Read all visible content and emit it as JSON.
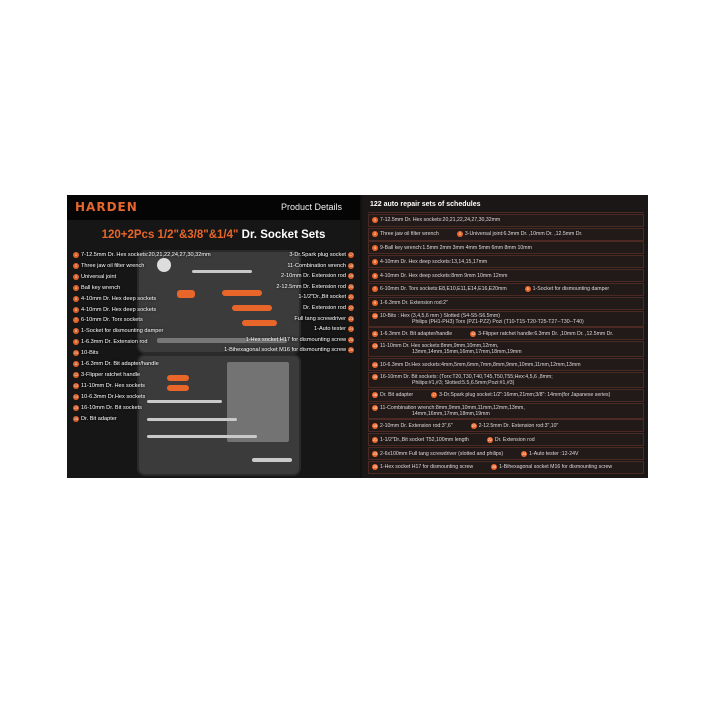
{
  "brand": "HARDEN",
  "header_right": "Product Details",
  "title_orange": "120+2Pcs 1/2\"&3/8\"&1/4\"",
  "title_white": " Dr. Socket Sets",
  "accent": "#e8662a",
  "left_labels": [
    {
      "n": "1",
      "t": "7-12.5mm Dr. Hex sockets:20,21,22,24,27,30,32mm"
    },
    {
      "n": "2",
      "t": "Three jaw oil filter wrench"
    },
    {
      "n": "3",
      "t": "Universal joint"
    },
    {
      "n": "4",
      "t": "Ball key wrench"
    },
    {
      "n": "5",
      "t": "4-10mm Dr. Hex deep sockets"
    },
    {
      "n": "6",
      "t": "4-10mm Dr. Hex deep sockets"
    },
    {
      "n": "7",
      "t": "6-10mm Dr. Torx sockets"
    },
    {
      "n": "8",
      "t": "1-Socket for dismounting damper"
    },
    {
      "n": "9",
      "t": "1-6.3mm Dr. Extension rod"
    },
    {
      "n": "10",
      "t": "10-Bits"
    },
    {
      "n": "11",
      "t": "1-6.3mm Dr. Bit adapter/handle"
    },
    {
      "n": "12",
      "t": "3-Flipper ratchet handle"
    },
    {
      "n": "13",
      "t": "11-10mm Dr. Hex sockets"
    },
    {
      "n": "14",
      "t": "10-6.3mm Dr.Hex sockets"
    },
    {
      "n": "15",
      "t": "16-10mm Dr. Bit sockets"
    },
    {
      "n": "16",
      "t": "Dr. Bit adapter"
    }
  ],
  "right_labels": [
    {
      "n": "17",
      "t": "3-Dr.Spark plug socket"
    },
    {
      "n": "18",
      "t": "11-Combination wrench"
    },
    {
      "n": "19",
      "t": "2-10mm Dr. Extension rod"
    },
    {
      "n": "20",
      "t": "2-12.5mm Dr. Extension rod"
    },
    {
      "n": "21",
      "t": "1-1/2\"Dr.,Bit socket"
    },
    {
      "n": "22",
      "t": "Dr. Extension rod"
    },
    {
      "n": "23",
      "t": "Full tang screwdriver"
    },
    {
      "n": "24",
      "t": "1-Auto tester"
    },
    {
      "n": "25",
      "t": "1-Hex socket H17 for dismounting screw"
    },
    {
      "n": "26",
      "t": "1-Bihexagonal socket M16 for dismounting screw"
    }
  ],
  "schedule_title": "122 auto repair sets of schedules",
  "schedule": [
    [
      {
        "n": "1",
        "t": "7-12.5mm Dr. Hex sockets:20,21,22,24,27,30,32mm"
      }
    ],
    [
      {
        "n": "2",
        "t": "Three jaw oil filter wrench"
      },
      {
        "n": "3",
        "t": "3-Universal joint:6.3mm Dr. ,10mm Dr. ,12.5mm Dr."
      }
    ],
    [
      {
        "n": "4",
        "t": "9-Ball key wrench:1.5mm  2mm  3mm  4mm  5mm  6mm  8mm  10mm"
      }
    ],
    [
      {
        "n": "5",
        "t": "4-10mm Dr. Hex deep sockets:13,14,15,17mm"
      }
    ],
    [
      {
        "n": "6",
        "t": "4-10mm Dr. Hex deep sockets:8mm  9mm  10mm  12mm"
      }
    ],
    [
      {
        "n": "7",
        "t": "6-10mm Dr. Torx sockets:E8,E10,E11,E14,E16,E20mm"
      },
      {
        "n": "8",
        "t": "1-Socket for dismounting damper"
      }
    ],
    [
      {
        "n": "9",
        "t": "1-6.3mm Dr. Extension rod:2\""
      }
    ],
    [
      {
        "n": "10",
        "t": "10-Bits : Hex (3,4,5,6 mm )   Slotted (S4-S5-S6.5mm)",
        "t2": "Philips (PH1-PH3)   Torx (PZ1-PZ2)   Pozi (T10-T15-T20-T25-T27--T30--T40)"
      }
    ],
    [
      {
        "n": "11",
        "t": "1-6.3mm Dr. Bit adapter/handle"
      },
      {
        "n": "12",
        "t": "3-Flipper ratchet handle:6.3mm Dr. ,10mm Dr. ,12.5mm Dr."
      }
    ],
    [
      {
        "n": "13",
        "t": "11-10mm Dr. Hex sockets:8mm,9mm,10mm,12mm,",
        "t2": "13mm,14mm,15mm,16mm,17mm,18mm,19mm"
      }
    ],
    [
      {
        "n": "14",
        "t": "10-6.3mm Dr.Hex sockets:4mm,5mm,6mm,7mm,8mm,9mm,10mm,11mm,12mm,13mm"
      }
    ],
    [
      {
        "n": "15",
        "t": "16-10mm Dr. Bit sockets: (Torx:T20,T30,T40,T45,T50,T55;Hex:4,5,6 ,8mm;",
        "t2": "Philips:#1,#3; Slotted:5.5,6.5mm;Pozi:#1,#3)"
      }
    ],
    [
      {
        "n": "16",
        "t": "Dr. Bit adapter"
      },
      {
        "n": "17",
        "t": "3-Dr.Spark plug socket:1/2\":16mm,21mm;3/8\": 14mm(for Japanese series)"
      }
    ],
    [
      {
        "n": "18",
        "t": "11-Combination wrench:8mm,9mm,10mm,11mm,12mm,13mm,",
        "t2": "14mm,16mm,17mm,18mm,19mm"
      }
    ],
    [
      {
        "n": "19",
        "t": "2-10mm Dr. Extension rod:3\",6\""
      },
      {
        "n": "20",
        "t": "2-12.5mm Dr. Extension rod:3\",10\""
      }
    ],
    [
      {
        "n": "21",
        "t": "1-1/2\"Dr.,Bit socket T52,100mm length"
      },
      {
        "n": "22",
        "t": "Dr. Extension rod"
      }
    ],
    [
      {
        "n": "23",
        "t": "2-6x100mm Full tang screwdriver (slotted and philips)"
      },
      {
        "n": "24",
        "t": "1-Auto tester :12-24V"
      }
    ],
    [
      {
        "n": "25",
        "t": "1-Hex socket H17 for dismounting screw"
      },
      {
        "n": "26",
        "t": "1-Bihexagonal socket M16 for dismounting screw"
      }
    ]
  ]
}
